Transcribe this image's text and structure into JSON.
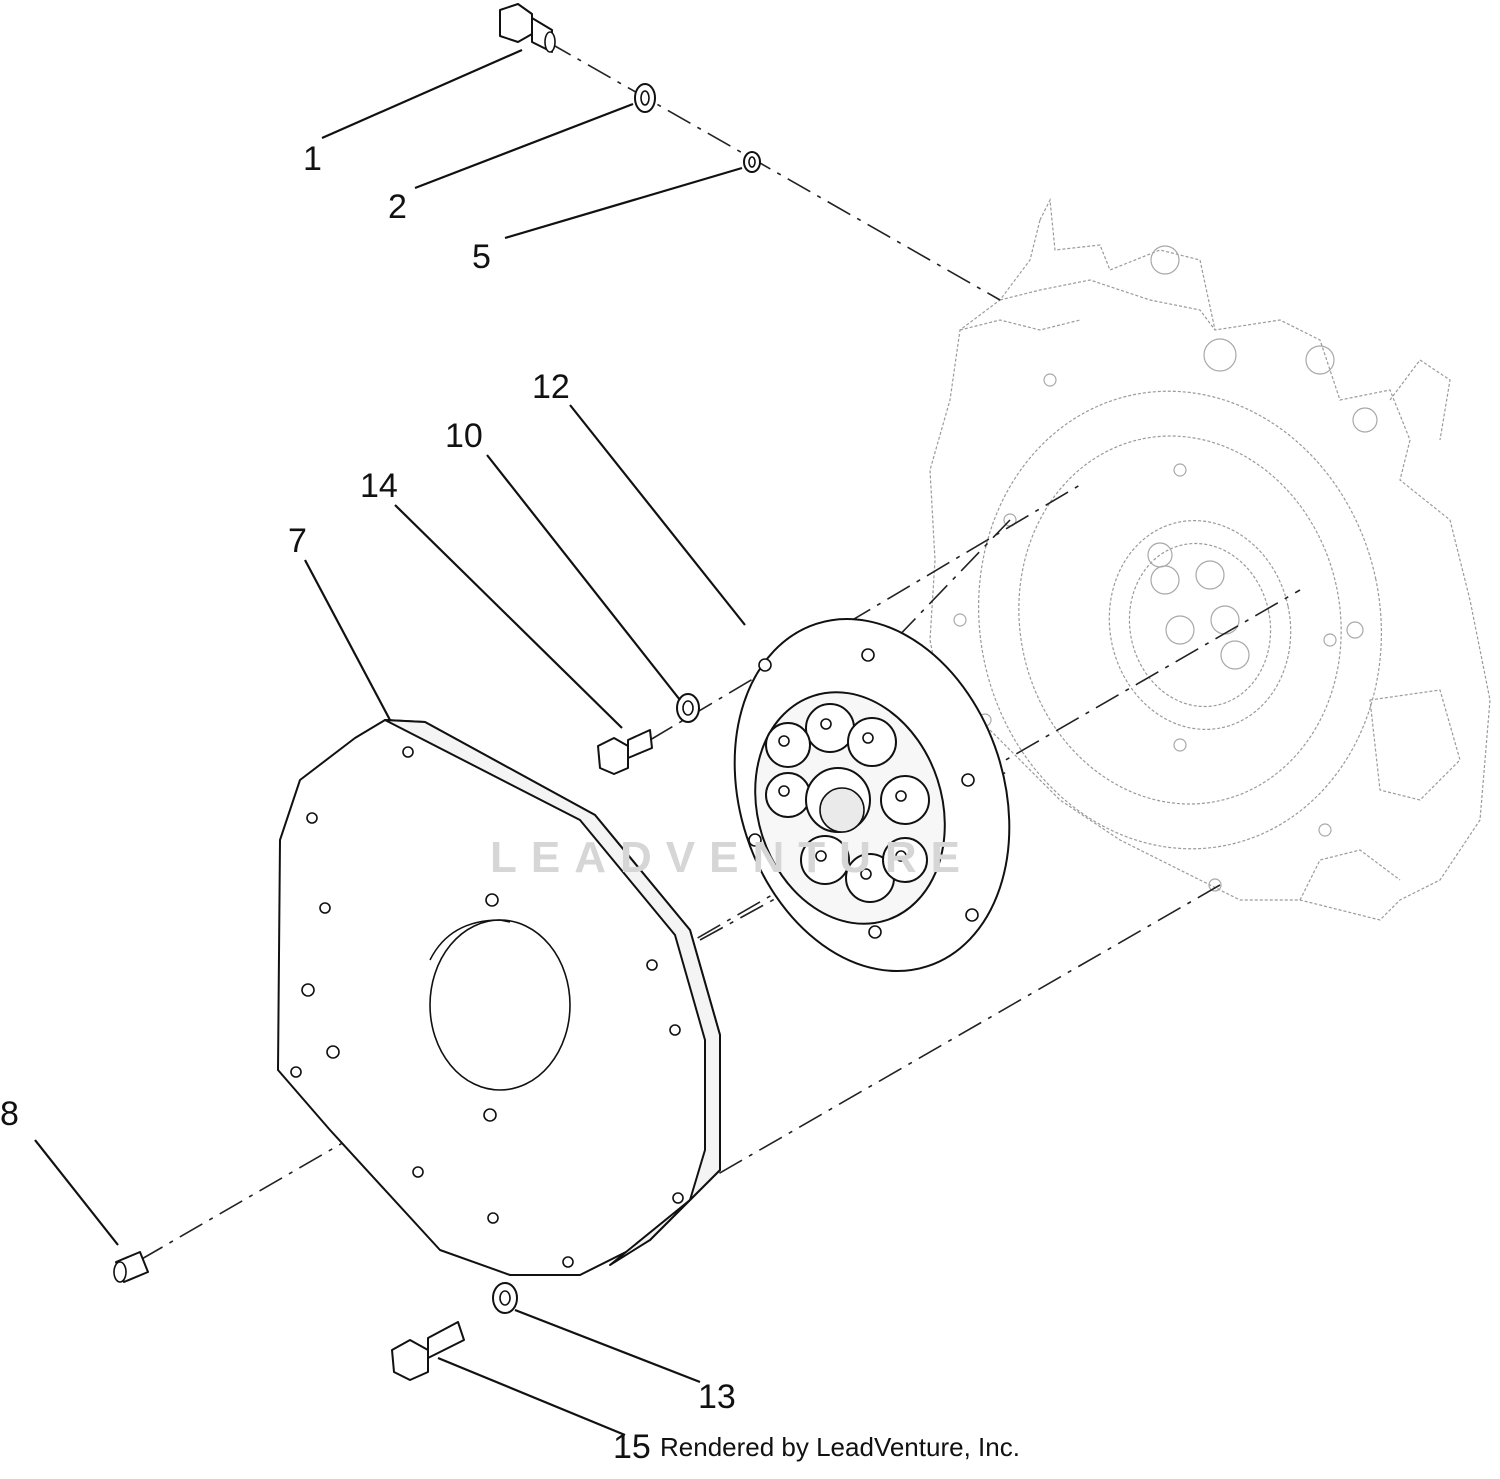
{
  "diagram": {
    "callouts": [
      {
        "id": "1",
        "label": "1"
      },
      {
        "id": "2",
        "label": "2"
      },
      {
        "id": "5",
        "label": "5"
      },
      {
        "id": "12",
        "label": "12"
      },
      {
        "id": "10",
        "label": "10"
      },
      {
        "id": "14",
        "label": "14"
      },
      {
        "id": "7",
        "label": "7"
      },
      {
        "id": "8",
        "label": "8"
      },
      {
        "id": "13",
        "label": "13"
      },
      {
        "id": "15",
        "label": "15"
      }
    ],
    "watermark": "LEADVENTURE",
    "footer": "Rendered by LeadVenture, Inc."
  }
}
